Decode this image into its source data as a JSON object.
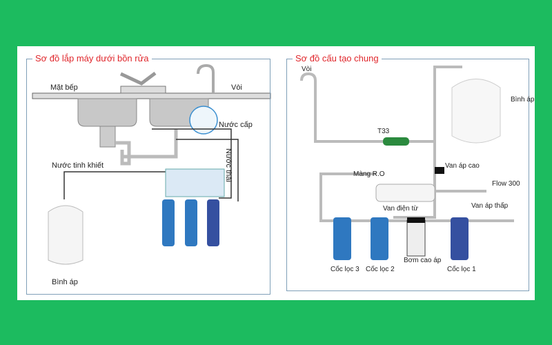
{
  "left_diagram": {
    "title": "Sơ đồ lắp máy dưới bồn rửa",
    "labels": {
      "countertop": "Mặt bếp",
      "faucet": "Vòi",
      "supply_water": "Nước cấp",
      "waste_water": "Nước thải",
      "pure_water": "Nước tinh khiết",
      "pressure_tank": "Bình áp"
    }
  },
  "right_diagram": {
    "title": "Sơ đồ cấu tạo chung",
    "labels": {
      "faucet": "Vòi",
      "t33": "T33",
      "pressure_tank": "Bình áp",
      "high_pressure_valve": "Van áp cao",
      "ro_membrane": "Màng R.O",
      "flow": "Flow 300",
      "solenoid_valve": "Van điện từ",
      "low_pressure_valve": "Van áp thấp",
      "filter3": "Cốc lọc 3",
      "filter2": "Cốc lọc 2",
      "pump": "Bơm cao áp",
      "filter1": "Cốc lọc 1"
    }
  },
  "colors": {
    "background": "#1cbb5f",
    "title": "#e0262b",
    "filter_blue": "#2f78c0"
  }
}
